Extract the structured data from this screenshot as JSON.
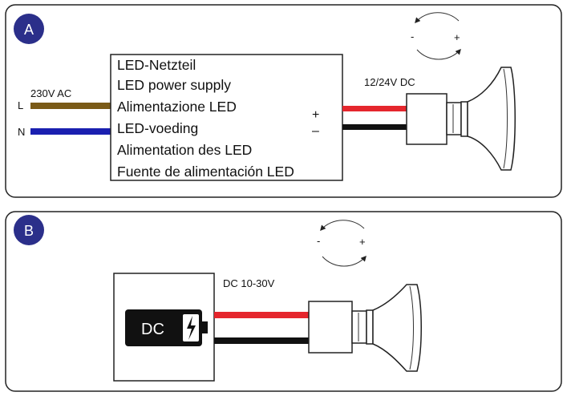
{
  "panels": [
    {
      "badge": "A",
      "psu_lines": [
        "LED-Netzteil",
        "LED power supply",
        "Alimentazione LED",
        "LED-voeding",
        "Alimentation des LED",
        "Fuente de alimentación LED"
      ],
      "input_voltage": "230V AC",
      "live_label": "L",
      "neutral_label": "N",
      "output_voltage": "12/24V DC",
      "plus_sign": "+",
      "minus_sign": "–",
      "rotate_minus": "-",
      "rotate_plus": "+"
    },
    {
      "badge": "B",
      "battery_label": "DC",
      "output_voltage": "DC 10-30V",
      "rotate_minus": "-",
      "rotate_plus": "+"
    }
  ],
  "colors": {
    "badge": "#2b2f8a",
    "live_wire": "#7a5a17",
    "neutral_wire": "#1a1fb0",
    "positive_wire": "#e5262d",
    "negative_wire": "#111111",
    "battery_body": "#111111"
  },
  "icons": {
    "rotation": "rotate-arrows-icon",
    "bulb": "led-spot-bulb-icon",
    "battery": "battery-charging-icon"
  }
}
